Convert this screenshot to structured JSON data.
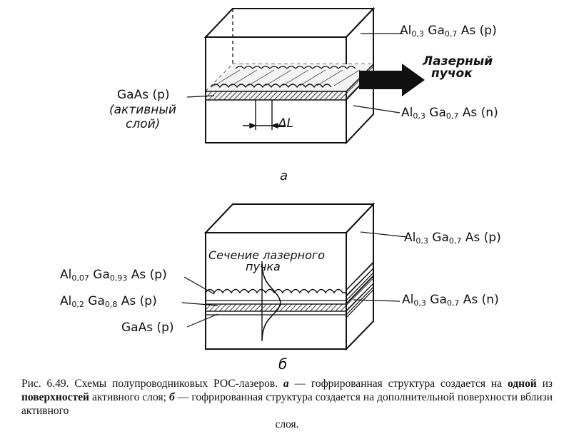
{
  "figure_a": {
    "letter": "a",
    "top_layer": {
      "el1": "Al",
      "s1": "0,3",
      "el2": "Ga",
      "s2": "0,7",
      "el3": "As",
      "type": "(p)"
    },
    "beam_label_line1": "Лазерный",
    "beam_label_line2": "пучок",
    "active_layer_line1": "GaAs (p)",
    "active_layer_line2": "(активный",
    "active_layer_line3": "слой)",
    "bottom_layer": {
      "el1": "Al",
      "s1": "0,3",
      "el2": "Ga",
      "s2": "0,7",
      "el3": "As",
      "type": "(n)"
    },
    "period_label": "ΔL"
  },
  "figure_b": {
    "letter": "б",
    "section_label_line1": "Сечение лазерного",
    "section_label_line2": "пучка",
    "top_layer": {
      "el1": "Al",
      "s1": "0,3",
      "el2": "Ga",
      "s2": "0,7",
      "el3": "As",
      "type": "(p)"
    },
    "bottom_layer": {
      "el1": "Al",
      "s1": "0,3",
      "el2": "Ga",
      "s2": "0,7",
      "el3": "As",
      "type": "(n)"
    },
    "layer1": {
      "el1": "Al",
      "s1": "0,07",
      "el2": "Ga",
      "s2": "0,93",
      "el3": "As",
      "type": "(p)"
    },
    "layer2": {
      "el1": "Al",
      "s1": "0,2",
      "el2": "Ga",
      "s2": "0,8",
      "el3": "As",
      "type": "(p)"
    },
    "layer3": "GaAs (p)"
  },
  "caption": {
    "lead": "Рис. 6.49. Схемы полупроводниковых РОС-лазеров.",
    "a_letter": "а",
    "a_text_1": " — гофрированная структура создается на ",
    "a_bold": "одной",
    "a_text_2": " из ",
    "a_bold2": "поверхностей",
    "a_text_3": " активного слоя; ",
    "b_letter": "б",
    "b_text": " — гофрированная структура создается на дополнительной поверхности вблизи активного",
    "last_line": "слоя."
  }
}
